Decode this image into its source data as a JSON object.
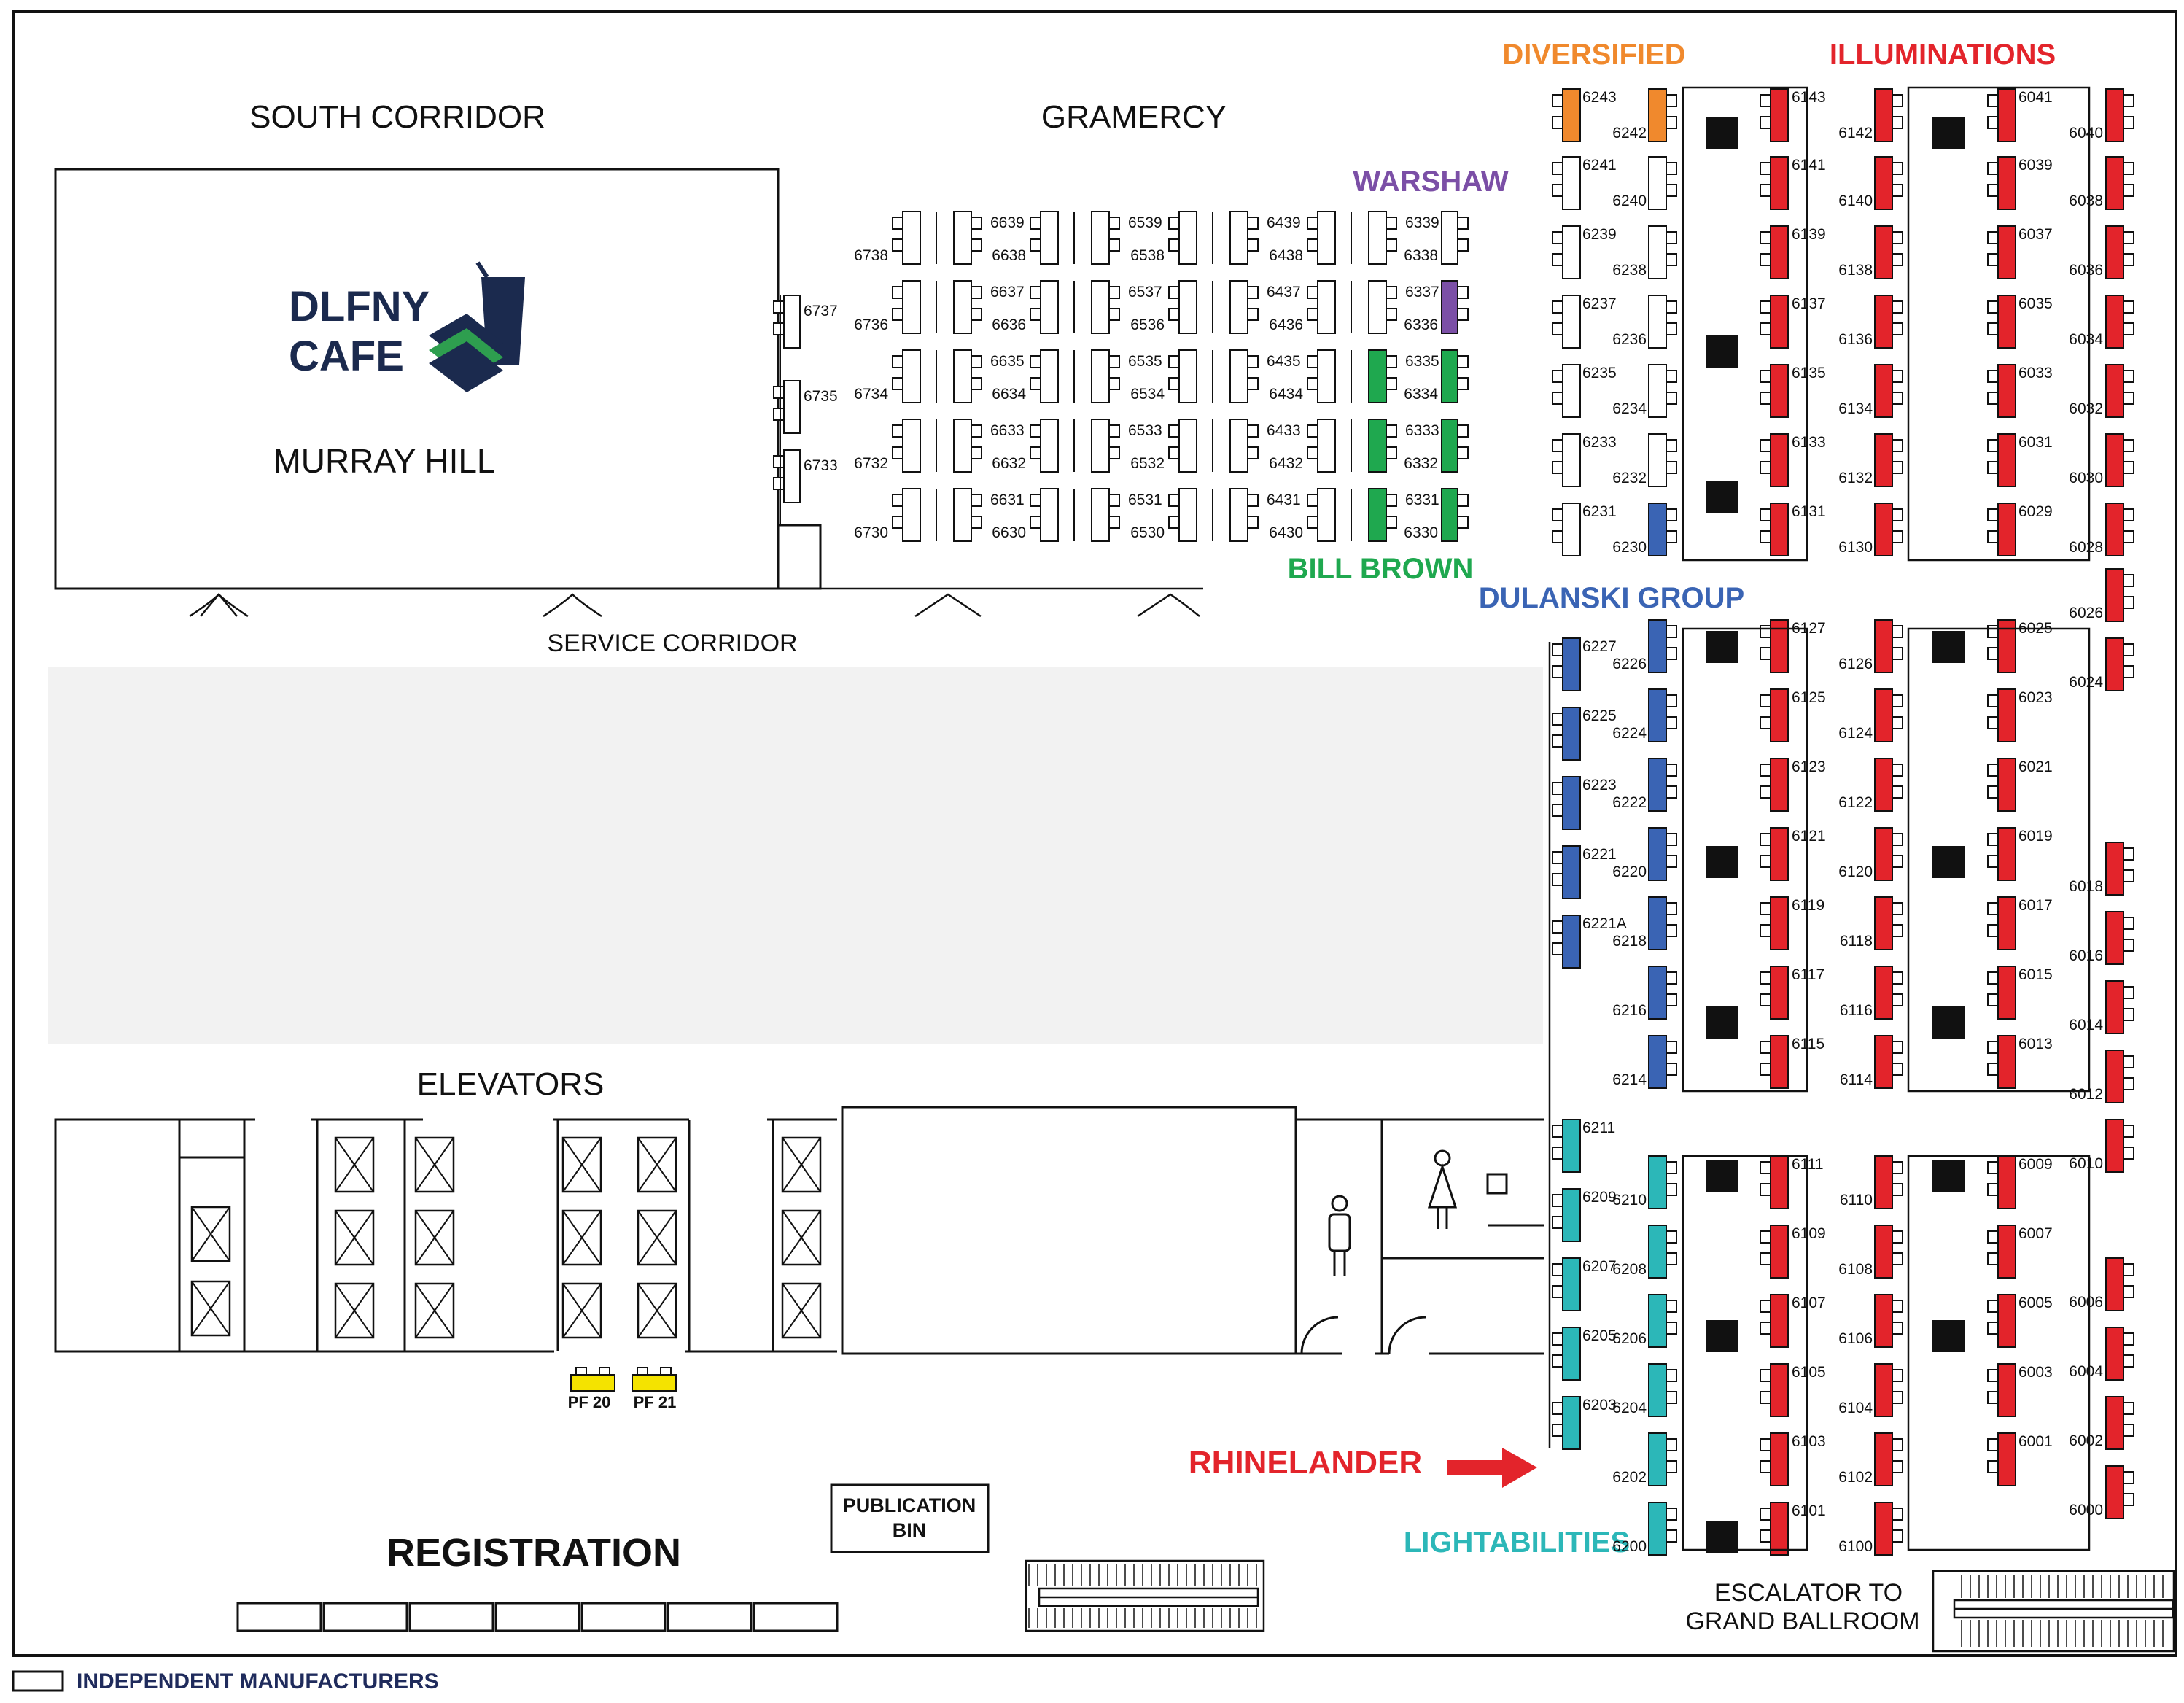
{
  "areas": {
    "south_corridor": "SOUTH CORRIDOR",
    "gramercy": "GRAMERCY",
    "murray_hill": "MURRAY HILL",
    "service_corridor": "SERVICE CORRIDOR",
    "elevators": "ELEVATORS",
    "registration": "REGISTRATION",
    "publication_bin": [
      "PUBLICATION",
      "BIN"
    ],
    "escalator": [
      "ESCALATOR TO",
      "GRAND BALLROOM"
    ],
    "cafe": [
      "DLFNY",
      "CAFE"
    ],
    "pf20": "PF 20",
    "pf21": "PF 21"
  },
  "legend": {
    "label": "INDEPENDENT MANUFACTURERS",
    "color": "#1f2b5c"
  },
  "exhibitors": {
    "diversified": {
      "label": "DIVERSIFIED",
      "color": "#f0892d"
    },
    "illuminations": {
      "label": "ILLUMINATIONS",
      "color": "#e3242b"
    },
    "warshaw": {
      "label": "WARSHAW",
      "color": "#7b4fa6"
    },
    "bill_brown": {
      "label": "BILL BROWN",
      "color": "#1fa84f"
    },
    "dulanski": {
      "label": "DULANSKI GROUP",
      "color": "#3a64b4"
    },
    "rhinelander": {
      "label": "RHINELANDER",
      "color": "#e3242b"
    },
    "lightabilities": {
      "label": "LIGHTABILITIES",
      "color": "#2cb7b8"
    }
  },
  "booths": {
    "gramercy_left": [
      "6738",
      "6736",
      "6734",
      "6732",
      "6730",
      "6639",
      "6637",
      "6635",
      "6633",
      "6631"
    ],
    "gramercy_6500": [
      "6638",
      "6636",
      "6634",
      "6632",
      "6630",
      "6539",
      "6537",
      "6535",
      "6533",
      "6531"
    ],
    "gramercy_6400": [
      "6538",
      "6536",
      "6534",
      "6532",
      "6530",
      "6439",
      "6437",
      "6435",
      "6433",
      "6431"
    ],
    "gramercy_6300": [
      "6438",
      "6436",
      "6434",
      "6432",
      "6430",
      "6339",
      "6337",
      "6335",
      "6333",
      "6331"
    ],
    "gramercy_right": [
      "6338",
      "6336",
      "6334",
      "6332",
      "6330"
    ],
    "gramercy_wall": [
      "6737",
      "6735",
      "6733"
    ],
    "col_6200_left": [
      "6243",
      "6241",
      "6239",
      "6237",
      "6235",
      "6233",
      "6231",
      "6227",
      "6225",
      "6223",
      "6221",
      "6221A",
      "6211",
      "6209",
      "6207",
      "6205",
      "6203"
    ],
    "col_6200_right": [
      "6242",
      "6240",
      "6238",
      "6236",
      "6234",
      "6232",
      "6230",
      "6226",
      "6224",
      "6222",
      "6220",
      "6218",
      "6216",
      "6214",
      "6210",
      "6208",
      "6206",
      "6204",
      "6202",
      "6200"
    ],
    "col_6100_left": [
      "6143",
      "6141",
      "6139",
      "6137",
      "6135",
      "6133",
      "6131",
      "6127",
      "6125",
      "6123",
      "6121",
      "6119",
      "6117",
      "6115",
      "6111",
      "6109",
      "6107",
      "6105",
      "6103",
      "6101"
    ],
    "col_6100_right": [
      "6142",
      "6140",
      "6138",
      "6136",
      "6134",
      "6132",
      "6130",
      "6126",
      "6124",
      "6122",
      "6120",
      "6118",
      "6116",
      "6114",
      "6110",
      "6108",
      "6106",
      "6104",
      "6102",
      "6100"
    ],
    "col_6000_left": [
      "6041",
      "6039",
      "6037",
      "6035",
      "6033",
      "6031",
      "6029",
      "6025",
      "6023",
      "6021",
      "6019",
      "6017",
      "6015",
      "6013",
      "6009",
      "6007",
      "6005",
      "6003",
      "6001"
    ],
    "col_6000_wall": [
      "6040",
      "6038",
      "6036",
      "6034",
      "6032",
      "6030",
      "6028",
      "6026",
      "6024",
      "6018",
      "6016",
      "6014",
      "6012",
      "6010",
      "6006",
      "6004",
      "6002",
      "6000"
    ]
  }
}
